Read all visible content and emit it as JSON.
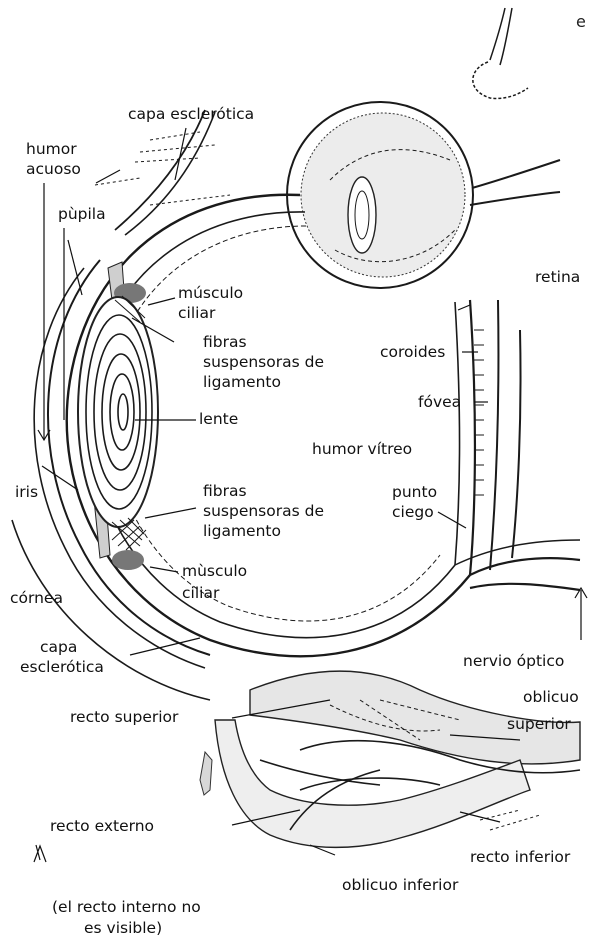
{
  "corner_mark": "e",
  "labels": {
    "capa_esclerotica_top": "capa esclerótica",
    "humor": "humor",
    "acuoso": "acuoso",
    "pupila": "pùpila",
    "musculo_1": "músculo",
    "ciliar_1": "ciliar",
    "fibras_1": "fibras",
    "suspensoras_1": "suspensoras de",
    "ligamento_1": "ligamento",
    "lente": "lente",
    "humor_vitreo": "humor vítreo",
    "iris": "iris",
    "fibras_2": "fibras",
    "suspensoras_2": "suspensoras de",
    "ligamento_2": "ligamento",
    "musculo_2": "mùsculo",
    "ciliar_2": "ciliar",
    "cornea": "córnea",
    "capa_2": "capa",
    "esclerotica_2": "esclerótica",
    "retina": "retina",
    "coroides": "coroides",
    "fovea": "fóvea",
    "punto": "punto",
    "ciego": "ciego",
    "nervio_optico": "nervio óptico",
    "recto_superior": "recto superior",
    "oblicuo_sup_1": "oblicuo",
    "oblicuo_sup_2": "superior",
    "recto_externo": "recto externo",
    "recto_inferior": "recto inferior",
    "oblicuo_inferior": "oblicuo inferior",
    "note_1": "(el recto interno no",
    "note_2": "es visible)"
  }
}
